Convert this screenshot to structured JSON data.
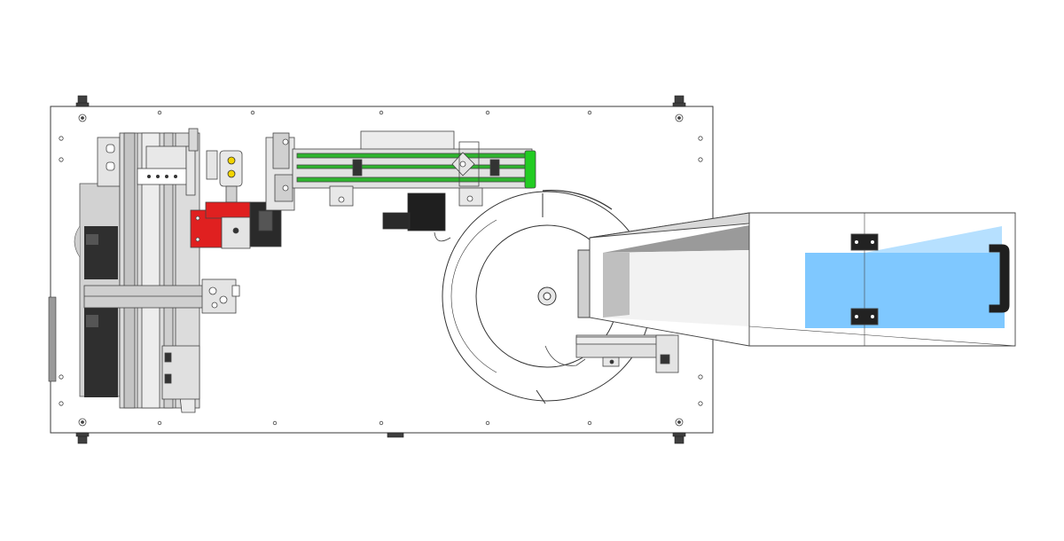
{
  "drawing": {
    "view": "top view",
    "colors": {
      "background": "#ffffff",
      "line": "#3a3a3a",
      "frame_grey": "#c9c9c9",
      "dark_metal": "#3a3a3a",
      "red_block": "#e02020",
      "green_rail": "#2fb52f",
      "bright_green": "#22cc22",
      "hopper_blue": "#7fc8ff",
      "hopper_blue_light": "#b6e0ff",
      "yellow_sensor": "#f2d400"
    },
    "components": {
      "base_plate": "base-plate",
      "mounting_feet": "mounting-feet",
      "vertical_guide": "vertical-linear-guide",
      "red_gripper": "red-gripper-block",
      "green_conveyor": "green-linear-conveyor",
      "motor": "stepper-motor",
      "rotary_bowl": "rotary-feeder-bowl",
      "hopper": "transparent-hopper",
      "handle": "hopper-handle",
      "output_chute": "output-chute"
    }
  }
}
